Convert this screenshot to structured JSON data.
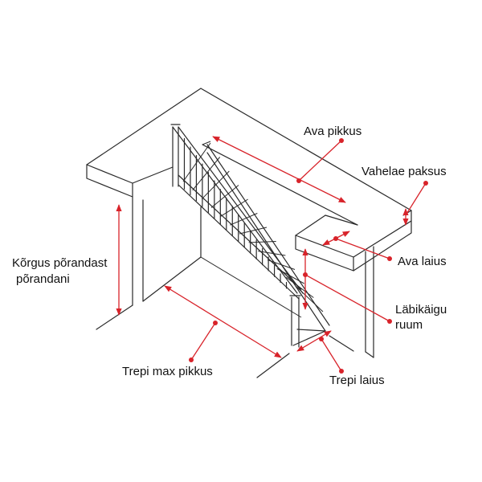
{
  "labels": {
    "opening_length": "Ava pikkus",
    "slab_thickness": "Vahelae paksus",
    "floor_to_floor_line1": "Kõrgus põrandast",
    "floor_to_floor_line2": "põrandani",
    "opening_width": "Ava laius",
    "headroom_line1": "Läbikäigu",
    "headroom_line2": "ruum",
    "stair_max_length": "Trepi max pikkus",
    "stair_width": "Trepi laius"
  },
  "colors": {
    "dimension": "#d8232a",
    "linework": "#2a2a2a",
    "background": "#ffffff"
  }
}
